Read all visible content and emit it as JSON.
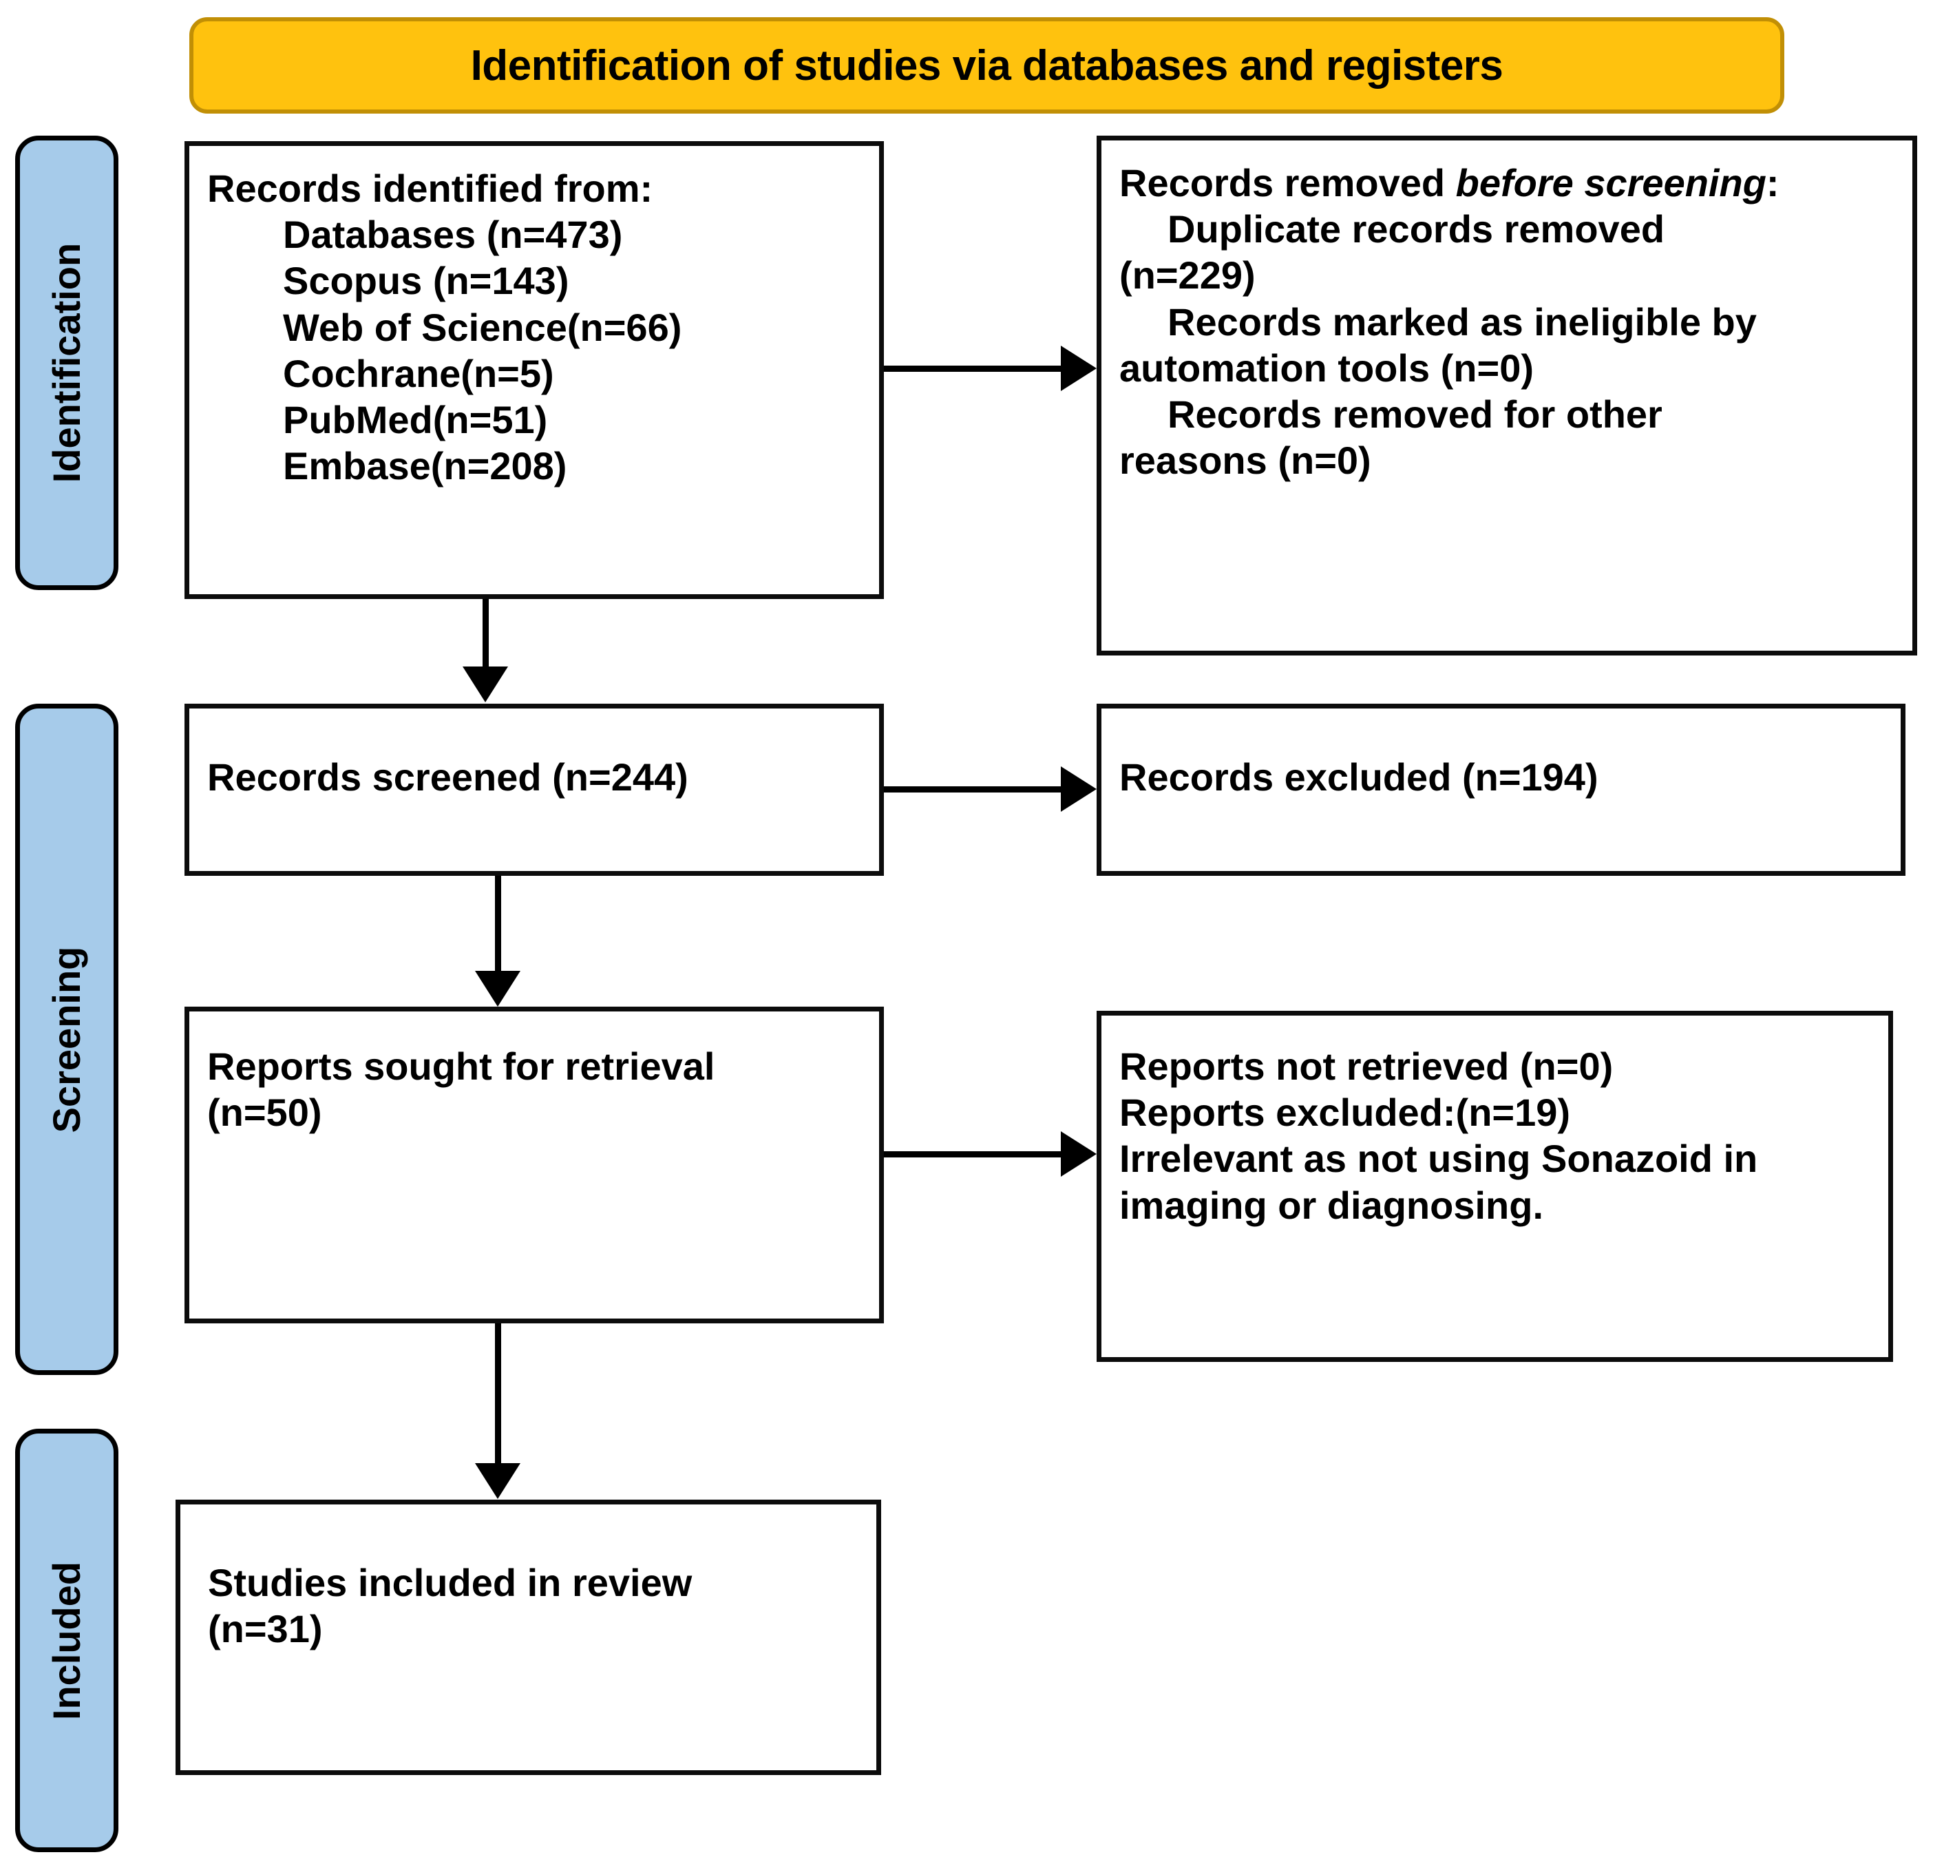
{
  "diagram": {
    "title": "Identification of studies via databases and registers",
    "colors": {
      "header_fill": "#FFC20E",
      "header_border": "#C18F05",
      "band_fill": "#A6CBEA",
      "box_border": "#0C0C0C",
      "text": "#000000",
      "page_background": "#FFFFFF"
    }
  },
  "phases": [
    {
      "label": "Identification"
    },
    {
      "label": "Screening"
    },
    {
      "label": "Included"
    }
  ],
  "boxes": {
    "records_identified": {
      "heading": "Records identified from:",
      "lines": [
        "Databases (n=473)",
        "Scopus (n=143)",
        "Web of Science(n=66)",
        "Cochrane(n=5)",
        "PubMed(n=51)",
        "Embase(n=208)"
      ]
    },
    "records_removed": {
      "heading_prefix": "Records removed ",
      "heading_italic": "before screening",
      "heading_suffix": ":",
      "lines": [
        "Duplicate records removed",
        "(n=229)",
        "Records marked as ineligible by",
        "automation tools (n=0)",
        "Records removed for other",
        "reasons (n=0)"
      ]
    },
    "records_screened": {
      "lines": [
        "Records screened (n=244)"
      ]
    },
    "records_excluded": {
      "lines": [
        "Records excluded (n=194)"
      ]
    },
    "reports_sought": {
      "lines": [
        "Reports sought for retrieval",
        "(n=50)"
      ]
    },
    "reports_excluded": {
      "lines": [
        "Reports not retrieved (n=0)",
        "Reports excluded:(n=19)",
        "Irrelevant as not using Sonazoid in",
        "imaging or diagnosing."
      ]
    },
    "studies_included": {
      "lines": [
        "Studies included in review",
        "(n=31)"
      ]
    }
  }
}
